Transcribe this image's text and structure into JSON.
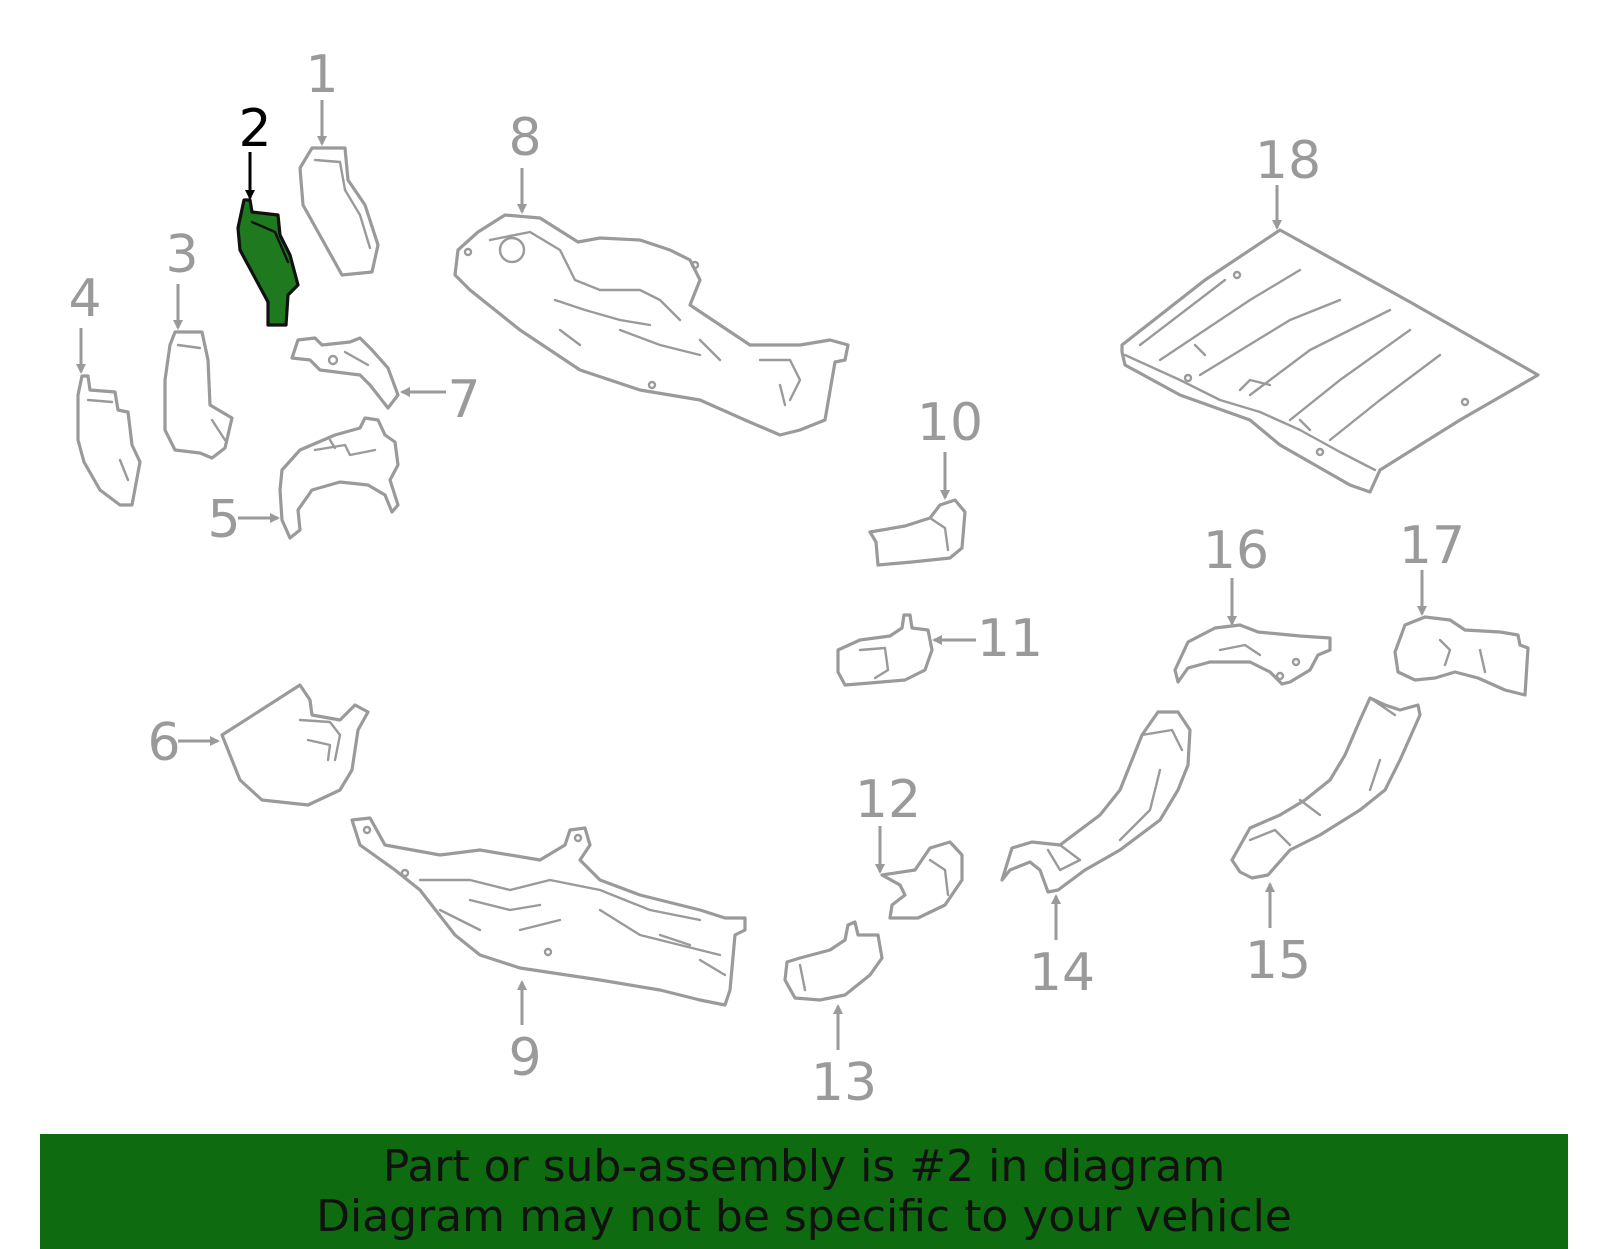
{
  "diagram": {
    "selected_part": "2",
    "callouts": [
      "1",
      "2",
      "3",
      "4",
      "5",
      "6",
      "7",
      "8",
      "9",
      "10",
      "11",
      "12",
      "13",
      "14",
      "15",
      "16",
      "17",
      "18"
    ]
  },
  "banner": {
    "line1": "Part or sub-assembly is #2 in diagram",
    "line2": "Diagram may not be specific to your vehicle"
  },
  "colors": {
    "highlight": "#1f7a1f",
    "banner": "#0f6b0f",
    "outline": "#9a9a9a"
  }
}
